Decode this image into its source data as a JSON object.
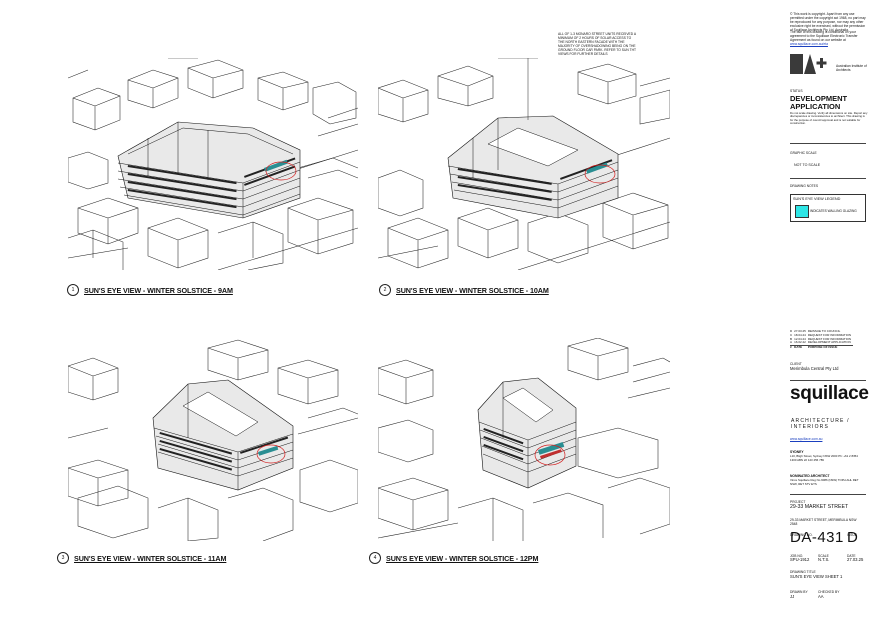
{
  "views": [
    {
      "number": "1",
      "title": "SUN'S EYE VIEW - WINTER SOLSTICE - 9AM"
    },
    {
      "number": "2",
      "title": "SUN'S EYE VIEW - WINTER SOLSTICE - 10AM"
    },
    {
      "number": "3",
      "title": "SUN'S EYE VIEW - WINTER SOLSTICE - 11AM"
    },
    {
      "number": "4",
      "title": "SUN'S EYE VIEW - WINTER SOLSTICE - 12PM"
    }
  ],
  "annotation": "ALL OF 1-3 MONARO STREET UNITS RECEIVED A MINIMUM OF 2 HOURS OF SOLAR ACCESS TO THE NORTH EASTERN FACADE WITH THE MAJORITY OF OVERSHADOWING BEING ON THE GROUND FLOOR CAR PARK. REFER TO SUN THT VIEWS FOR FURTHER DETAILS",
  "title_block": {
    "copyright": "© This work is copyright. Apart from any use permitted under the copyright act 1968, no part may be reproduced for any purpose, nor may any other exclusive right be exercised, without the permission of Squillace Architects Pty Ltd, Australia.",
    "copyright2": "The use of this drawing is conditional on your agreement to the Squillace Electronic Transfer Agreement as found on our website at",
    "copyright_link": "www.squillace.com.au/eta",
    "aia_text": "Australian Institute of Architects",
    "status_label": "STATUS",
    "status_line1": "DEVELOPMENT",
    "status_line2": "APPLICATION",
    "status_note": "Do not scale drawing. Verify all dimensions on site. Report any discrepancies or inconsistencies to architect. This drawing is for the purpose of council approval and is not suitable for construction.",
    "graphic_scale_label": "GRAPHIC SCALE",
    "graphic_scale_value": "NOT TO SCALE",
    "drawing_notes_label": "DRAWING NOTES",
    "legend_title": "SUN'S EYE VIEW LEGEND",
    "legend_item": "INDICATES WALLING GLAZING",
    "revisions": [
      {
        "rev": "D",
        "date": "27.03.25",
        "desc": "REISSUE TO COUNCIL"
      },
      {
        "rev": "C",
        "date": "18.04.24",
        "desc": "REQUEST FOR INFORMATION"
      },
      {
        "rev": "B",
        "date": "12.04.24",
        "desc": "REQUEST FOR INFORMATION"
      },
      {
        "rev": "A",
        "date": "16.02.22",
        "desc": "DEVELOPMENT APPLICATION"
      }
    ],
    "rev_header": {
      "rev": "#",
      "date": "DATE",
      "desc": "PURPOSE OF ISSUE"
    },
    "client_label": "CLIENT",
    "client": "Merimbula Central Pty Ltd",
    "brand": "squillace",
    "brand_sub": "ARCHITECTURE /\nINTERIORS",
    "website": "www.squillace.com.au",
    "office_label": "SYDNEY",
    "office_address": "L10, Bligh Street, Sydney NSW 2000 Ph: +61 2 8354 1300 ABN 22 123 456 789",
    "nominated_label": "NOMINATED ARCHITECT",
    "nominated": "Vince Squillace Reg No 9086 (NSW) TOPH AHL RET NSW, RET STV ETS",
    "project_label": "PROJECT",
    "project": "29-33 MARKET STREET",
    "project_address": "29-33 MARKET STREET, MERIMBULA NSW 2548",
    "drawing_no_label": "DRAWING NO.",
    "drawing_no": "DA-431",
    "issue_label": "ISSUE",
    "issue": "D",
    "job_no_label": "JOB NO.",
    "job_no": "SPU-1912",
    "scale_label": "SCALE",
    "scale": "N.T.S.",
    "date_label": "DATE",
    "date": "27.03.25",
    "drawing_title_label": "DRAWING TITLE",
    "drawing_title": "SUN'S EYE VIEW SHEET 1",
    "drawn_by_label": "DRAWN BY",
    "drawn_by": "JJ",
    "checked_by_label": "CHECKED BY",
    "checked_by": "AA"
  }
}
